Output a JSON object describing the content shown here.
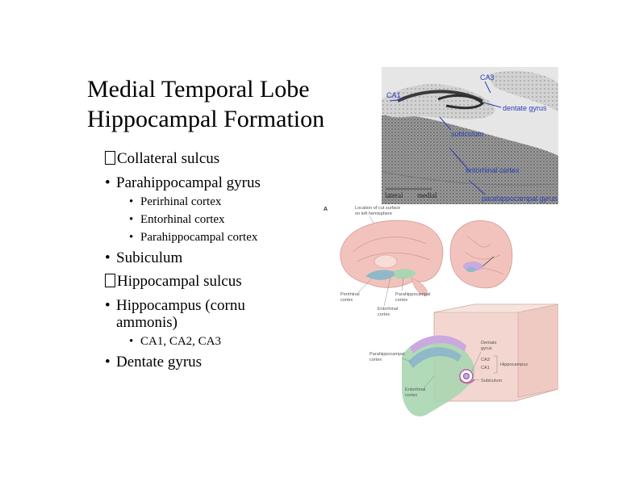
{
  "slide": {
    "title_line1": "Medial Temporal Lobe",
    "title_line2": "Hippocampal Formation",
    "bullets": [
      {
        "marker": "box",
        "text": "Collateral sulcus"
      },
      {
        "marker": "•",
        "text": "Parahippocampal gyrus"
      },
      {
        "marker": "•",
        "text": "Perirhinal cortex"
      },
      {
        "marker": "•",
        "text": "Entorhinal cortex"
      },
      {
        "marker": "•",
        "text": "Parahippocampal cortex"
      },
      {
        "marker": "•",
        "text": "Subiculum"
      },
      {
        "marker": "box",
        "text": "Hippocampal sulcus"
      },
      {
        "marker": "•",
        "text": "Hippocampus (cornu"
      },
      {
        "marker": "",
        "text": "ammonis)"
      },
      {
        "marker": "•",
        "text": "CA1, CA2, CA3"
      },
      {
        "marker": "•",
        "text": "Dentate gyrus"
      }
    ]
  },
  "histology": {
    "labels": {
      "ca3": "CA3",
      "ca1": "CA1",
      "dentate": "dentate gyrus",
      "subiculum": "subiculum",
      "entorhinal": "entorhinal cortex",
      "parahippocampal": "parahippocampal gyrus",
      "lateral": "lateral",
      "medial": "medial"
    }
  },
  "diagram": {
    "panel_letter": "A",
    "labels": {
      "location_line1": "Location of cut surface",
      "location_line2": "on left hemisphere",
      "perirhinal_1": "Perirhinal",
      "perirhinal_2": "cortex",
      "parahippocampal_1": "Parahippocampal",
      "parahippocampal_2": "cortex",
      "entorhinal_1": "Entorhinal",
      "entorhinal_2": "cortex",
      "dentate_1": "Dentate",
      "dentate_2": "gyrus",
      "ca3": "CA3",
      "ca1": "CA1",
      "hippocampus": "Hippocampus",
      "subiculum": "Subiculum",
      "parahipp_cortex_1": "Parahippocampal",
      "parahipp_cortex_2": "cortex",
      "entorhinal_lower_1": "Entorhinal",
      "entorhinal_lower_2": "cortex"
    }
  },
  "colors": {
    "histology_label": "#2a3fb8",
    "brain_pink": "#f2c3bd",
    "cube": "#f3d6cf",
    "perirhinal": "#8fb8c9",
    "parahippocampal": "#a8d6b0",
    "hippocampus": "#c9a9e0"
  }
}
